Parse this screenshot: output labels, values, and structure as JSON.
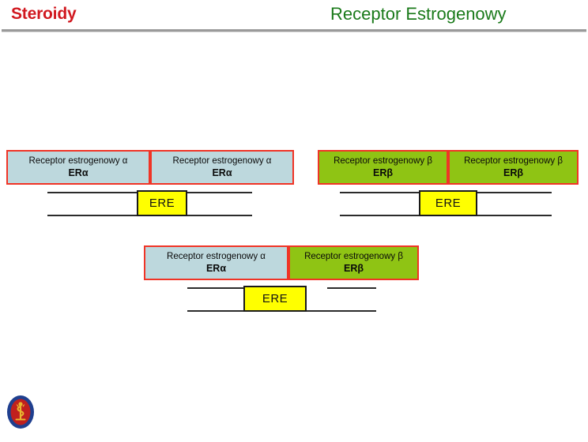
{
  "header": {
    "left_title": "Steroidy",
    "right_title": "Receptor Estrogenowy",
    "left_title_color": "#d1181f",
    "right_title_color": "#1a7a1a",
    "rule_color": "#9a9a9a"
  },
  "palette": {
    "alpha_fill": "#bdd8dd",
    "beta_fill": "#8fc414",
    "receptor_border": "#f03426",
    "ere_fill": "#ffff00",
    "ere_border": "#1a1a1a",
    "dna_line": "#2b2b2b"
  },
  "diagram": {
    "ere_label": "ERE",
    "groups": [
      {
        "id": "homodimer-alpha",
        "name": "ER-alpha homodimer",
        "boxes": [
          {
            "type": "alpha",
            "name": "Receptor estrogenowy α",
            "symbol": "ERα"
          },
          {
            "type": "alpha",
            "name": "Receptor estrogenowy α",
            "symbol": "ERα"
          }
        ],
        "ere_label": "ERE"
      },
      {
        "id": "homodimer-beta",
        "name": "ER-beta homodimer",
        "boxes": [
          {
            "type": "beta",
            "name": "Receptor estrogenowy β",
            "symbol": "ERβ"
          },
          {
            "type": "beta",
            "name": "Receptor estrogenowy β",
            "symbol": "ERβ"
          }
        ],
        "ere_label": "ERE"
      },
      {
        "id": "heterodimer-alpha-beta",
        "name": "ER-alpha / ER-beta heterodimer",
        "boxes": [
          {
            "type": "alpha",
            "name": "Receptor estrogenowy α",
            "symbol": "ERα"
          },
          {
            "type": "beta",
            "name": "Receptor estrogenowy β",
            "symbol": "ERβ"
          }
        ],
        "ere_label": "ERE"
      }
    ]
  },
  "footer": {
    "logo_name": "university-seal-logo",
    "logo_ring_color": "#1f3f8f",
    "logo_inner_color": "#c0201e",
    "logo_emblem_color": "#e8b830"
  }
}
